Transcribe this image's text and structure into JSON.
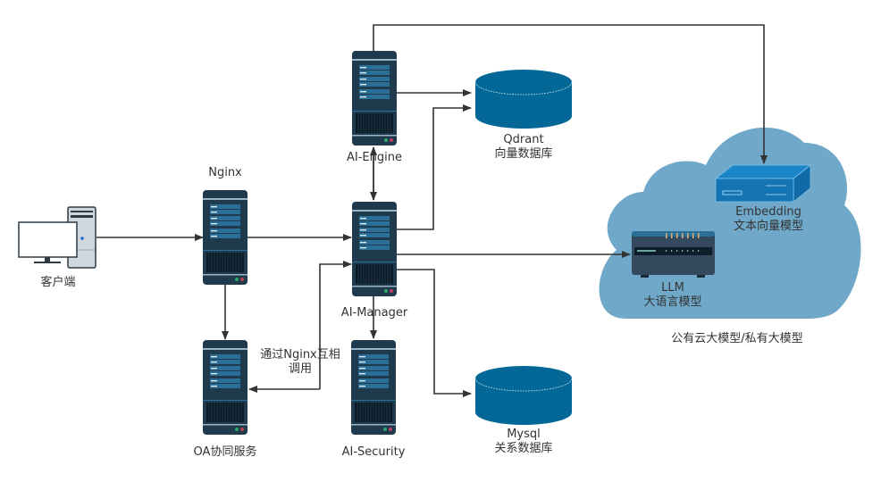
{
  "nodes": {
    "client": {
      "label": "客户端"
    },
    "nginx": {
      "label": "Nginx"
    },
    "ai_engine": {
      "label": "AI-Engine"
    },
    "ai_manager": {
      "label": "AI-Manager"
    },
    "ai_security": {
      "label": "AI-Security"
    },
    "oa": {
      "label": "OA协同服务"
    },
    "qdrant": {
      "label": "Qdrant",
      "sublabel": "向量数据库"
    },
    "mysql": {
      "label": "Mysql",
      "sublabel": "关系数据库"
    },
    "embedding": {
      "label": "Embedding",
      "sublabel": "文本向量模型"
    },
    "llm": {
      "label": "LLM",
      "sublabel": "大语言模型"
    },
    "cloud": {
      "label": "公有云大模型/私有大模型"
    }
  },
  "edges": {
    "nginx_oa_note_line1": "通过Nginx互相",
    "nginx_oa_note_line2": "调用"
  },
  "colors": {
    "server_body": "#1f3a4d",
    "server_panel": "#2a6f97",
    "db": "#036897",
    "cloud": "#6fa8c8",
    "embedding": "#1574b4",
    "llm": "#2e4a61",
    "line": "#333333"
  }
}
